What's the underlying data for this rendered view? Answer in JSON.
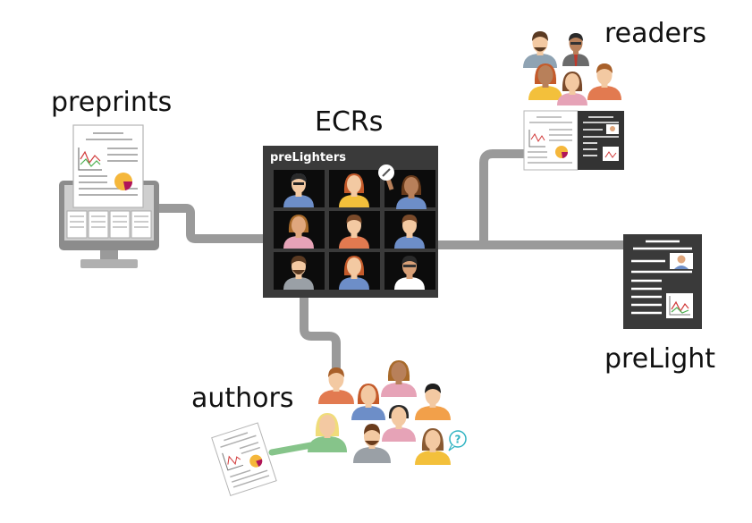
{
  "nodes": {
    "preprints": "preprints",
    "ecrs": "ECRs",
    "readers": "readers",
    "prelight": "preLight",
    "authors": "authors"
  },
  "panel": {
    "title": "preLighters"
  },
  "colors": {
    "connector": "#9a9a9a",
    "panel_bg": "#3a3a3a",
    "tile_bg": "#0c0c0c",
    "monitor": "#8c8c8c",
    "skin_light": "#f3c9a2",
    "skin_dark": "#b8805a",
    "hair_brown": "#7a4a2a",
    "hair_black": "#2a2a2a",
    "shirt_red": "#e27a50",
    "shirt_blue": "#6d8ec8",
    "shirt_pink": "#e6a3b7",
    "shirt_yellow": "#f3c03b",
    "shirt_green": "#86c48a",
    "accent_teal": "#2fb3c2"
  }
}
